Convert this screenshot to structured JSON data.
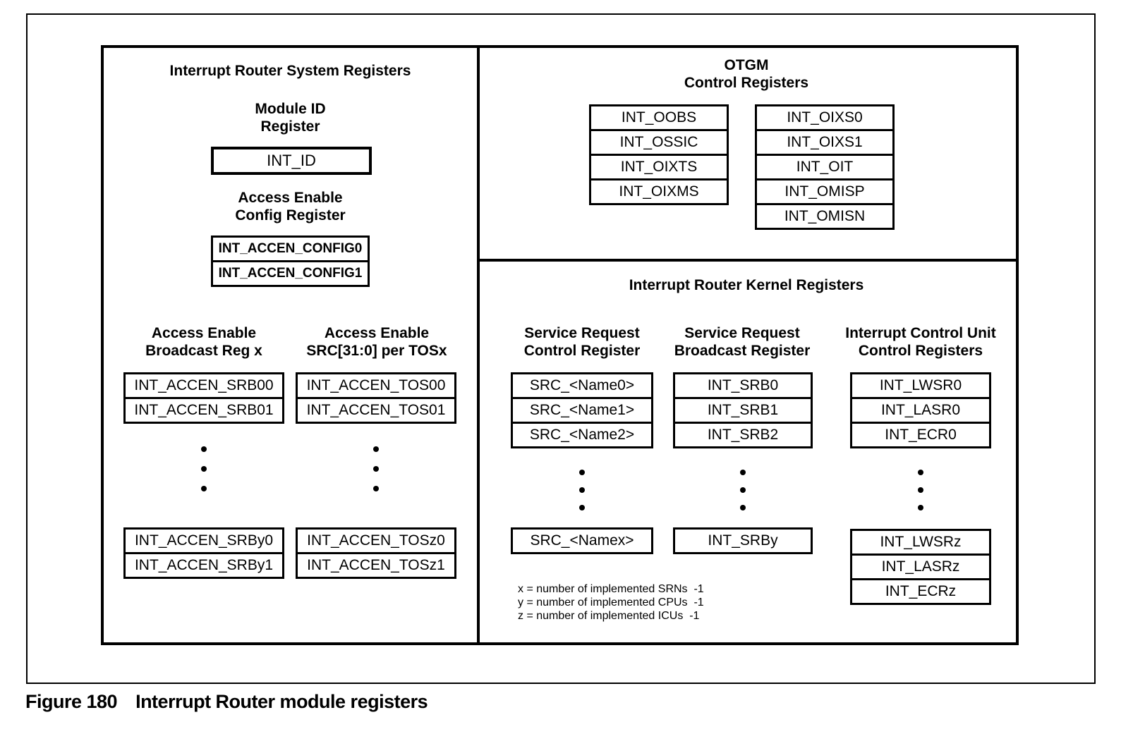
{
  "system_panel": {
    "title": "Interrupt Router System Registers",
    "module_id_heading": "Module ID\nRegister",
    "module_id_register": "INT_ID",
    "accen_config_heading": "Access Enable\nConfig Register",
    "accen_config_registers": [
      "INT_ACCEN_CONFIG0",
      "INT_ACCEN_CONFIG1"
    ],
    "broadcast_heading": "Access Enable\nBroadcast Reg x",
    "broadcast_top_registers": [
      "INT_ACCEN_SRB00",
      "INT_ACCEN_SRB01"
    ],
    "broadcast_bottom_registers": [
      "INT_ACCEN_SRBy0",
      "INT_ACCEN_SRBy1"
    ],
    "tos_heading": "Access Enable\nSRC[31:0] per TOSx",
    "tos_top_registers": [
      "INT_ACCEN_TOS00",
      "INT_ACCEN_TOS01"
    ],
    "tos_bottom_registers": [
      "INT_ACCEN_TOSz0",
      "INT_ACCEN_TOSz1"
    ]
  },
  "otgm_panel": {
    "title": "OTGM\nControl Registers",
    "left_registers": [
      "INT_OOBS",
      "INT_OSSIC",
      "INT_OIXTS",
      "INT_OIXMS"
    ],
    "right_registers": [
      "INT_OIXS0",
      "INT_OIXS1",
      "INT_OIT",
      "INT_OMISP",
      "INT_OMISN"
    ]
  },
  "kernel_panel": {
    "title": "Interrupt Router Kernel Registers",
    "src_heading": "Service Request\nControl Register",
    "src_top_registers": [
      "SRC_<Name0>",
      "SRC_<Name1>",
      "SRC_<Name2>"
    ],
    "src_bottom_register": "SRC_<Namex>",
    "srb_heading": "Service Request\nBroadcast Register",
    "srb_top_registers": [
      "INT_SRB0",
      "INT_SRB1",
      "INT_SRB2"
    ],
    "srb_bottom_register": "INT_SRBy",
    "icu_heading": "Interrupt Control Unit\nControl Registers",
    "icu_top_registers": [
      "INT_LWSR0",
      "INT_LASR0",
      "INT_ECR0"
    ],
    "icu_bottom_registers": [
      "INT_LWSRz",
      "INT_LASRz",
      "INT_ECRz"
    ],
    "footnotes": [
      "x = number of implemented SRNs  -1",
      "y = number of implemented CPUs  -1",
      "z = number of implemented ICUs  -1"
    ]
  },
  "caption": {
    "label": "Figure 180",
    "title": "Interrupt Router module registers"
  },
  "colors": {
    "ink": "#000000",
    "background": "#ffffff"
  }
}
